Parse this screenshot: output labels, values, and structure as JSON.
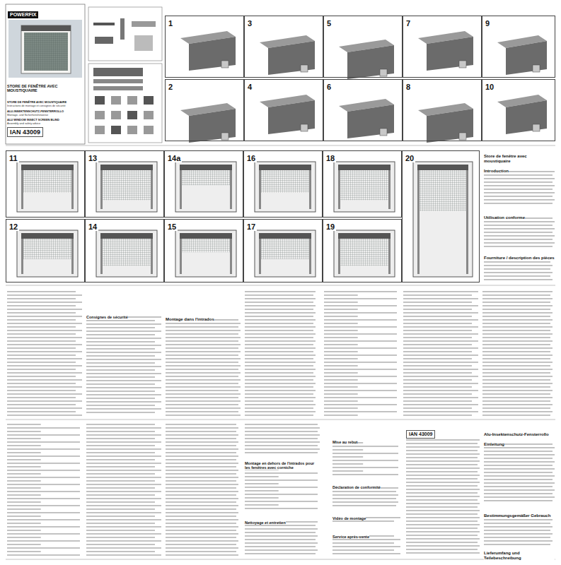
{
  "diagram": {
    "nodes": [
      {
        "text": [
          "1"
        ]
      },
      {
        "text": [
          "3"
        ]
      },
      {
        "text": [
          "5"
        ]
      },
      {
        "text": [
          "7"
        ]
      },
      {
        "text": [
          "9"
        ]
      },
      {
        "text": [
          "2"
        ]
      },
      {
        "text": [
          "4"
        ]
      },
      {
        "text": [
          "6"
        ]
      },
      {
        "text": [
          "8"
        ]
      },
      {
        "text": [
          "10"
        ]
      },
      {
        "text": [
          "11"
        ]
      },
      {
        "text": [
          "13"
        ]
      },
      {
        "text": [
          "14a"
        ]
      },
      {
        "text": [
          "16"
        ]
      },
      {
        "text": [
          "18"
        ]
      },
      {
        "text": [
          "20"
        ]
      },
      {
        "text": [
          "12"
        ]
      },
      {
        "text": [
          "14"
        ]
      },
      {
        "text": [
          "15"
        ]
      },
      {
        "text": [
          "17"
        ]
      },
      {
        "text": [
          "19"
        ]
      }
    ],
    "labels": [
      "POWERFIX",
      "STORE DE FENÊTRE AVEC MOUSTIQUAIRE",
      "STORE DE FENÊTRE AVEC MOUSTIQUAIRE",
      "Instructions de montage et consignes de sécurité",
      "ALU-INSEKTENSCHUTZ-FENSTERROLLO",
      "Montage- und Sicherheitshinweise",
      "ALU WINDOW INSECT SCREEN BLIND",
      "Assembly and safety advice",
      "IAN 43009",
      "Store de fenêtre avec moustiquaire",
      "Introduction",
      "Utilisation conforme",
      "Fourniture / description des pièces",
      "Consignes de sécurité",
      "Montage dans l'intrados",
      "Montage en dehors de l'intrados pour les fenêtres avec corniche",
      "Nettoyage et entretien",
      "Mise au rebut",
      "Déclaration de conformité",
      "Vidéo de montage",
      "Service après-vente",
      "IAN 43009",
      "Alu-Insektenschutz-Fensterrollo",
      "Einleitung",
      "Bestimmungsgemäßer Gebrauch",
      "Lieferumfang und Teilebeschreibung"
    ]
  }
}
